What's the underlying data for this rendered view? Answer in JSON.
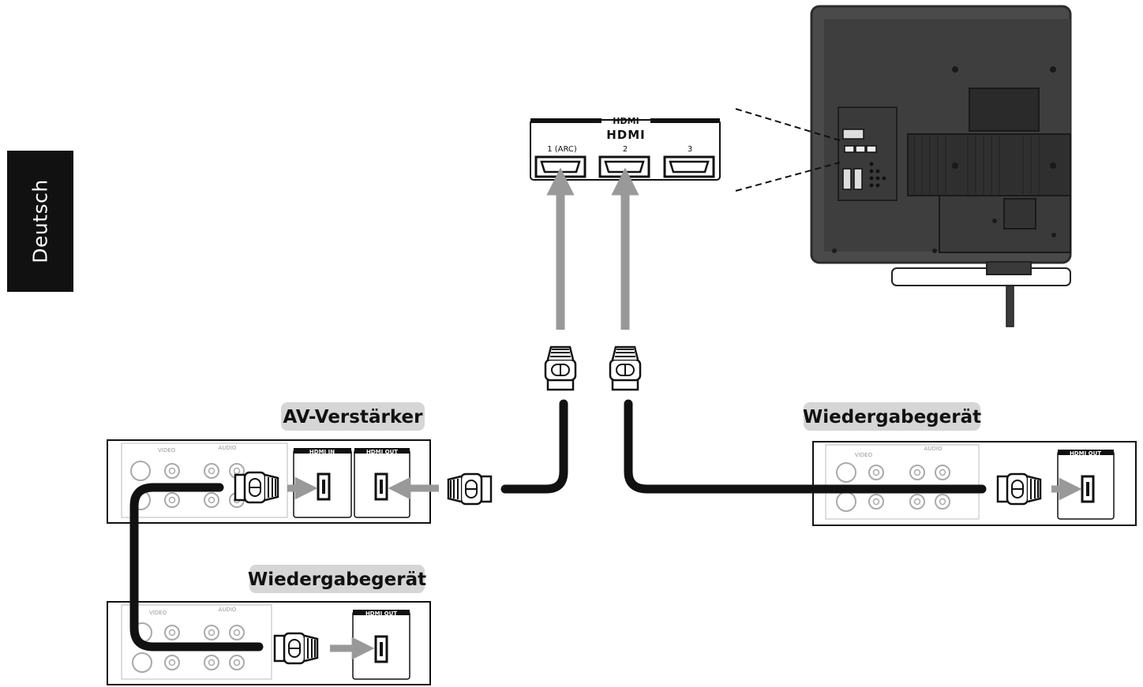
{
  "language_tab": "Deutsch",
  "tv_panel": {
    "small_logo": "HDMI",
    "logo": "HDMI",
    "ports": [
      "1 (ARC)",
      "2",
      "3"
    ]
  },
  "devices": {
    "av_amp": {
      "label": "AV-Verstärker",
      "video": "VIDEO",
      "audio": "AUDIO",
      "hdmi_in": "HDMI IN",
      "hdmi_out": "HDMI OUT"
    },
    "player_right": {
      "label": "Wiedergabegerät",
      "video": "VIDEO",
      "audio": "AUDIO",
      "hdmi_out": "HDMI OUT"
    },
    "player_bottom": {
      "label": "Wiedergabegerät",
      "video": "VIDEO",
      "audio": "AUDIO",
      "hdmi_out": "HDMI OUT"
    }
  },
  "colors": {
    "cable": "#111111",
    "arrow": "#999999",
    "label_bg": "#d6d6d6",
    "tv_body": "#4a4a4a"
  }
}
